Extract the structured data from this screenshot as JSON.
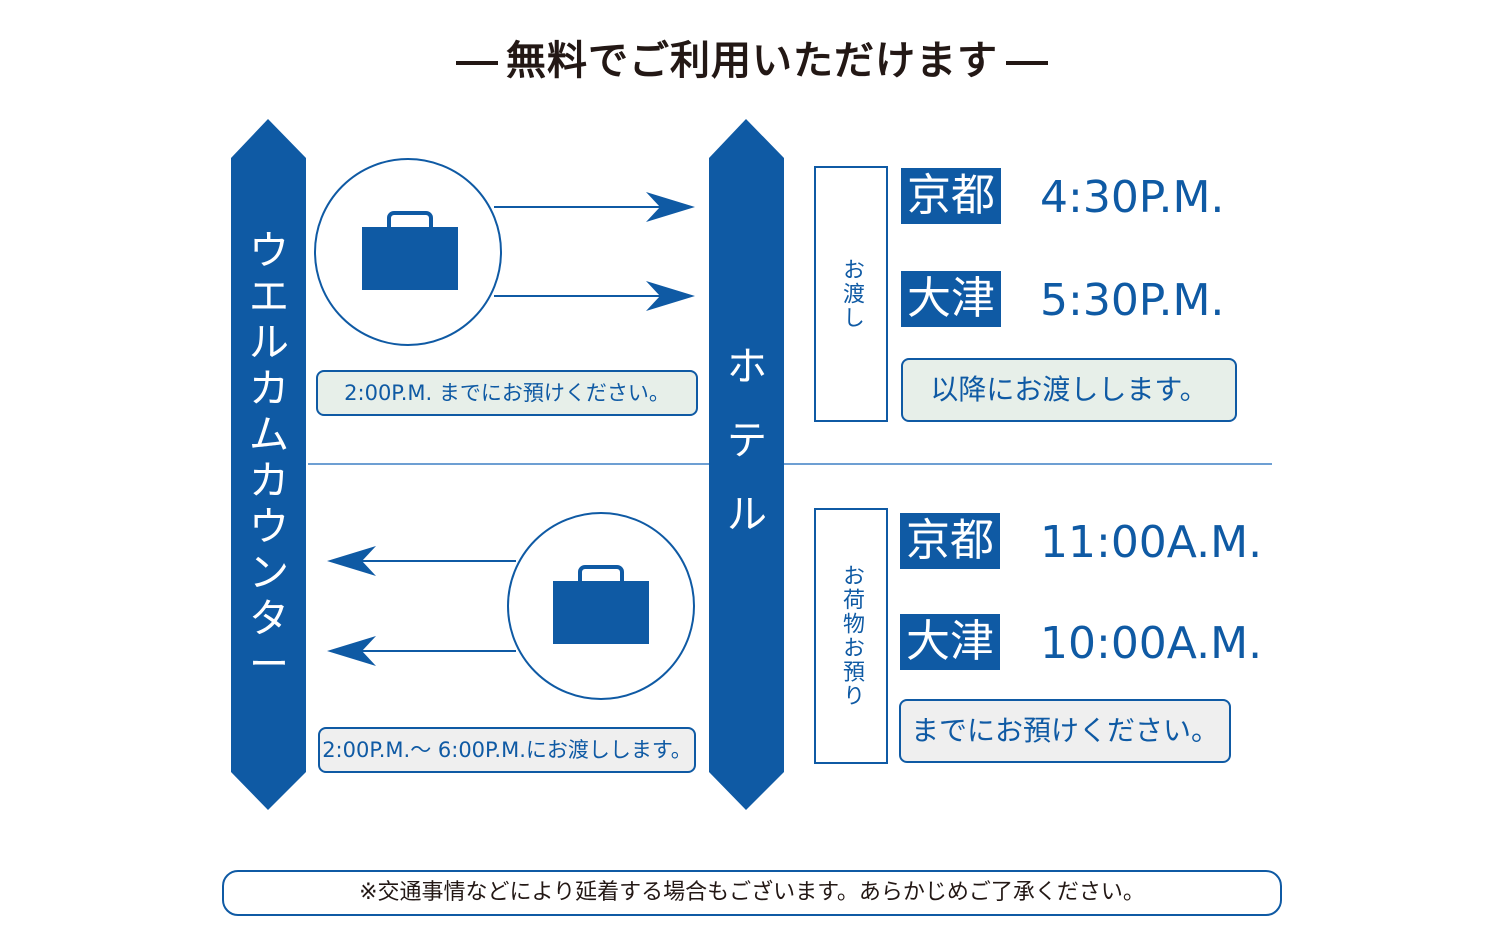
{
  "title": "無料でご利用いただけます",
  "columns": {
    "welcome_counter": "ウエルカムカウンター",
    "hotel": "ホテル"
  },
  "colors": {
    "primary": "#0f5aa4",
    "divider": "#6d9fd3",
    "note_green_bg": "#e7efe9",
    "note_gray_bg": "#efefef",
    "text_dark": "#231815"
  },
  "delivery": {
    "label": "お渡し",
    "flow_note": "2:00P.M. までにお預けください。",
    "rows": [
      {
        "city": "京都",
        "time": "4:30P.M."
      },
      {
        "city": "大津",
        "time": "5:30P.M."
      }
    ],
    "result_note": "以降にお渡しします。"
  },
  "pickup": {
    "label": "お荷物お預り",
    "flow_note": "2:00P.M.～ 6:00P.M.にお渡しします。",
    "rows": [
      {
        "city": "京都",
        "time": "11:00A.M."
      },
      {
        "city": "大津",
        "time": "10:00A.M."
      }
    ],
    "result_note": "までにお預けください。"
  },
  "footer_note": "※交通事情などにより延着する場合もございます。あらかじめご了承ください。"
}
